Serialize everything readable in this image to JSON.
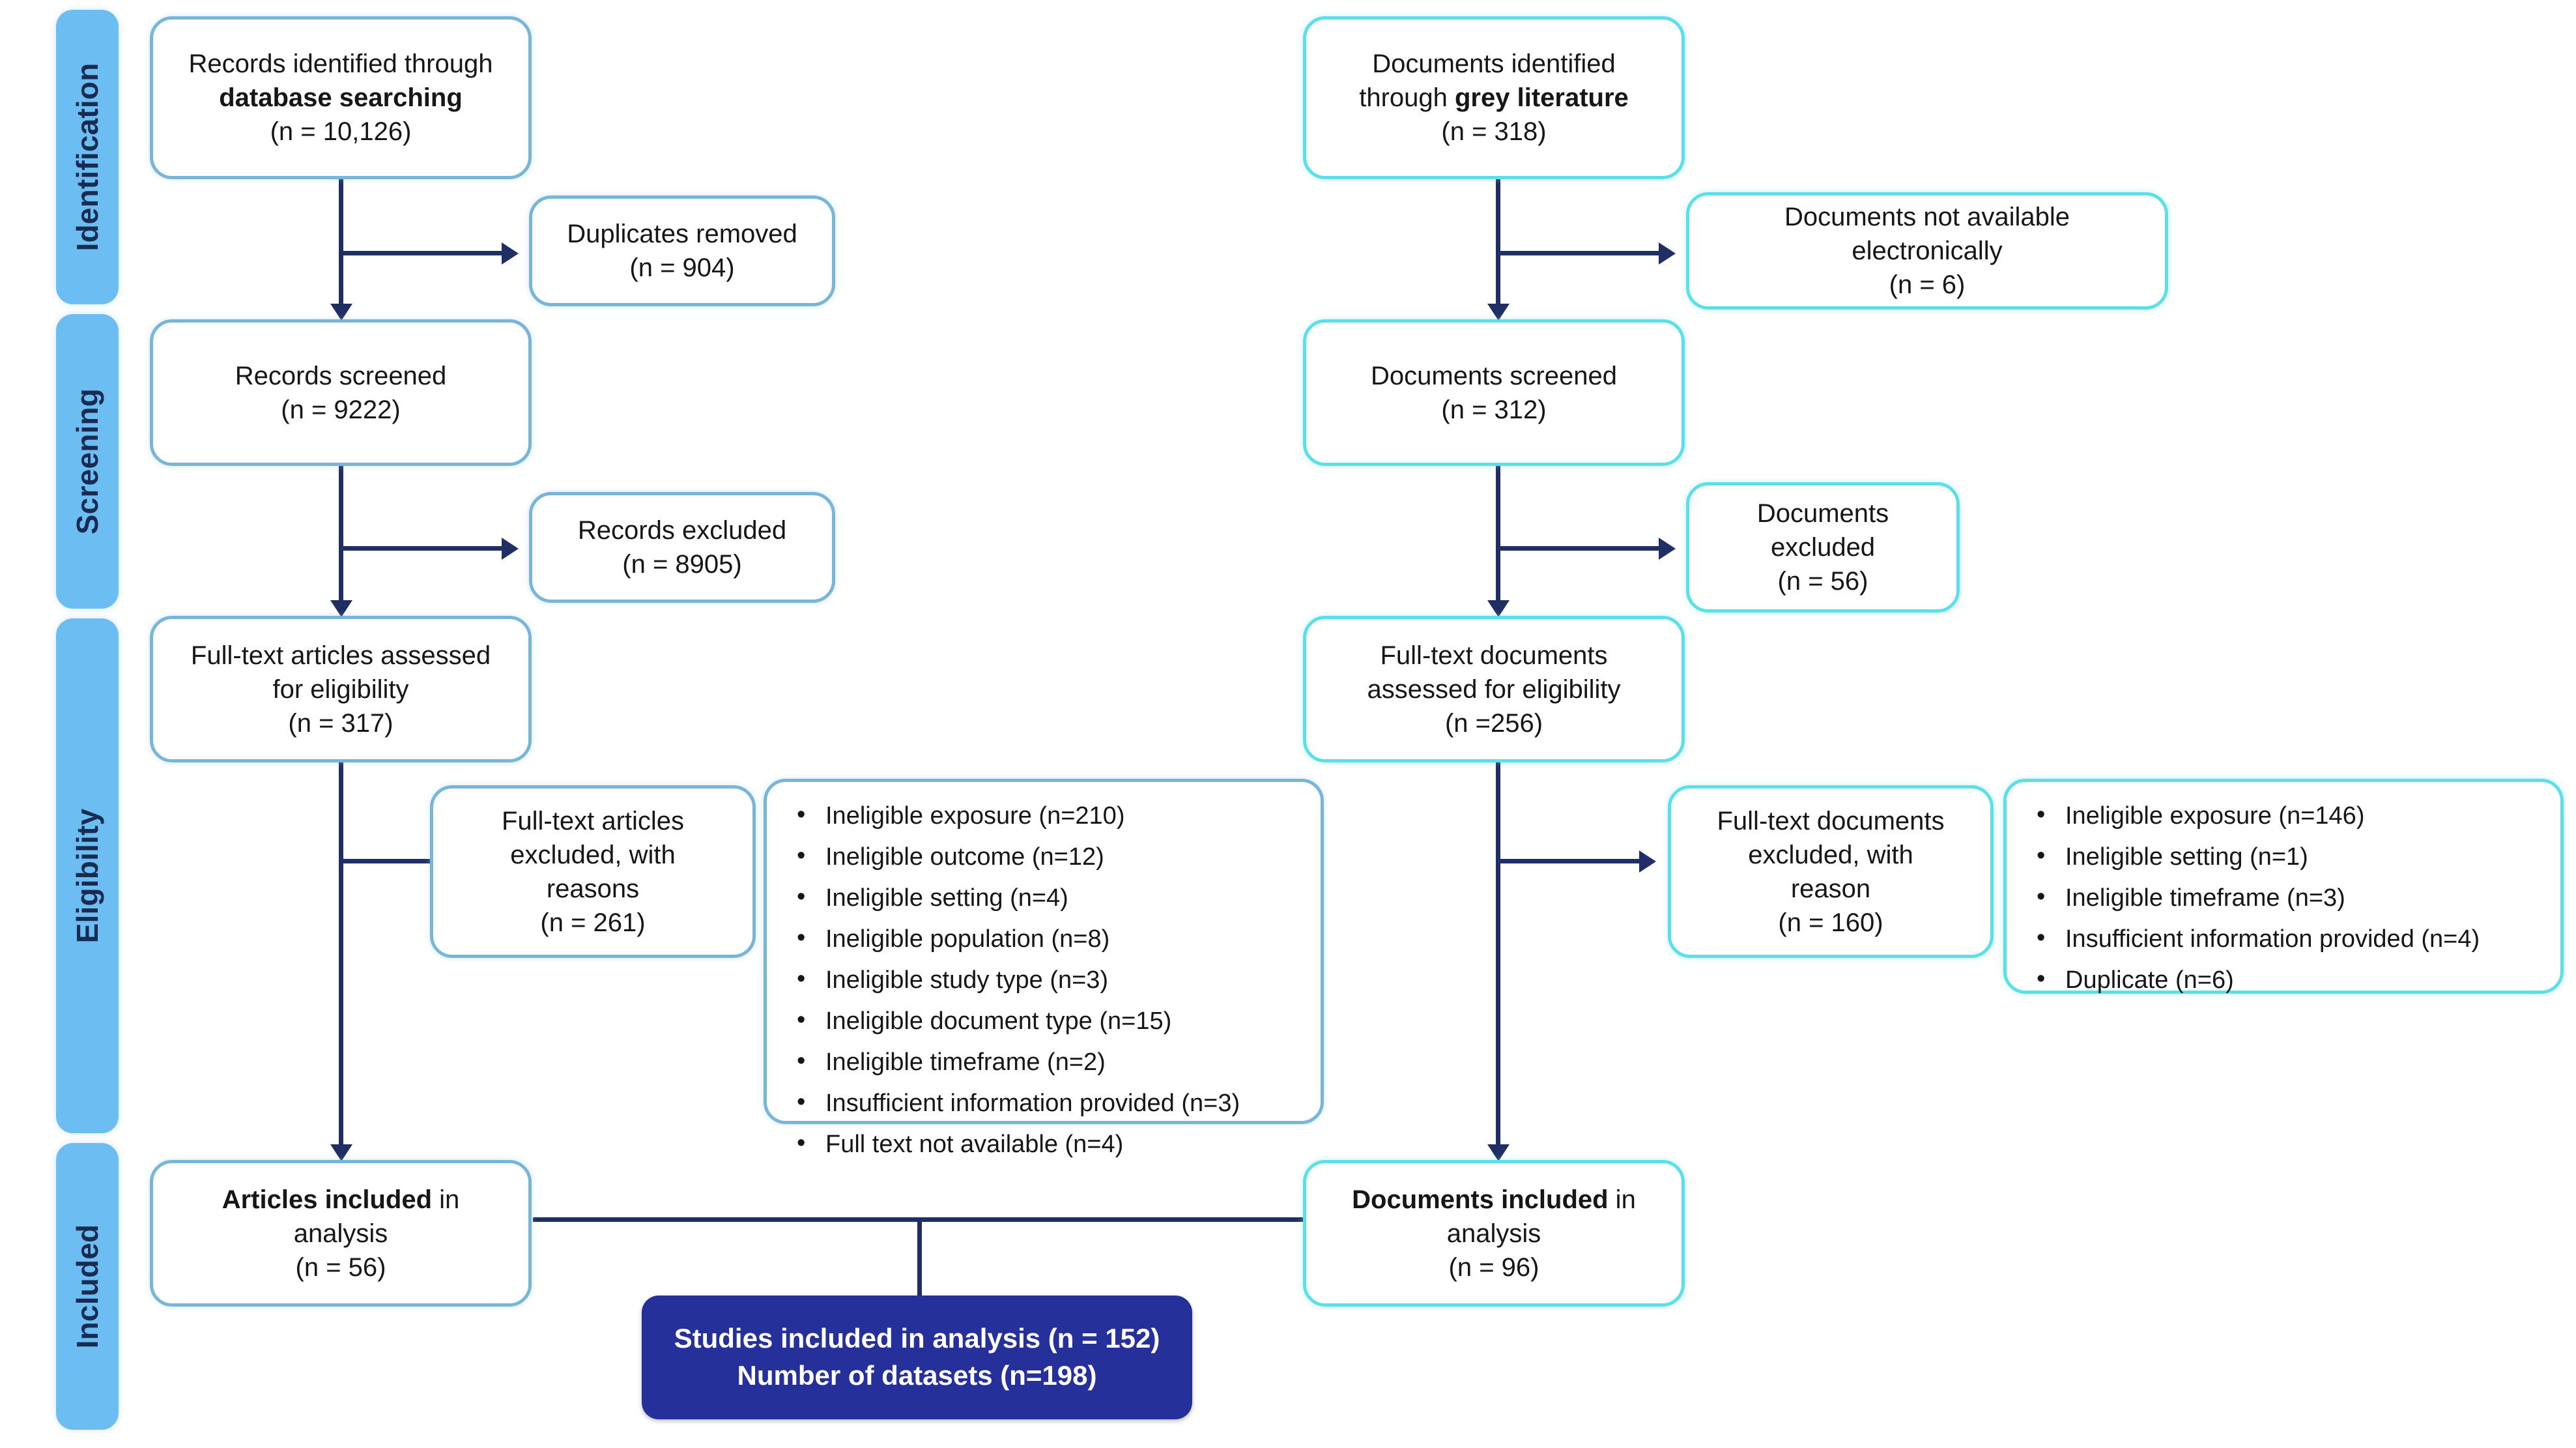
{
  "diagram": {
    "title": "PRISMA study selection flow diagram",
    "colors": {
      "stage_bar": "#6CBDF2",
      "left_branch_border": "#77b6d9",
      "right_branch_border": "#59e0e8",
      "connector": "#1F2F66",
      "final_box_background": "#26309A",
      "final_box_text": "#FFFFFF"
    }
  },
  "stages": [
    {
      "key": "identification",
      "label": "Identification"
    },
    {
      "key": "screening",
      "label": "Screening"
    },
    {
      "key": "eligibility",
      "label": "Eligibility"
    },
    {
      "key": "included",
      "label": "Included"
    }
  ],
  "left_branch": {
    "identified": {
      "line1": "Records identified through",
      "line2_bold": "database searching",
      "count": "(n = 10,126)"
    },
    "duplicates_removed": {
      "line1": "Duplicates removed",
      "count": "(n = 904)"
    },
    "screened": {
      "line1": "Records screened",
      "count": "(n = 9222)"
    },
    "excluded": {
      "line1": "Records excluded",
      "count": "(n = 8905)"
    },
    "fulltext_assessed": {
      "line1": "Full-text articles assessed",
      "line2": "for eligibility",
      "count": "(n = 317)"
    },
    "fulltext_excluded": {
      "line1": "Full-text articles",
      "line2": "excluded, with",
      "line3": "reasons",
      "count": "(n = 261)"
    },
    "reasons": [
      "Ineligible exposure (n=210)",
      "Ineligible outcome (n=12)",
      "Ineligible setting (n=4)",
      "Ineligible population (n=8)",
      "Ineligible study type (n=3)",
      "Ineligible document type (n=15)",
      "Ineligible timeframe (n=2)",
      "Insufficient information provided (n=3)",
      "Full text not available (n=4)"
    ],
    "included": {
      "line1_bold": "Articles included",
      "line1_rest": " in",
      "line2": "analysis",
      "count": "(n = 56)"
    }
  },
  "right_branch": {
    "identified": {
      "line1": "Documents identified",
      "line2_prefix": "through ",
      "line2_bold": "grey literature",
      "count": "(n = 318)"
    },
    "not_available": {
      "line1": "Documents not available",
      "line2": "electronically",
      "count": "(n = 6)"
    },
    "screened": {
      "line1": "Documents screened",
      "count": "(n = 312)"
    },
    "excluded": {
      "line1": "Documents",
      "line2": "excluded",
      "count": "(n = 56)"
    },
    "fulltext_assessed": {
      "line1": "Full-text documents",
      "line2": "assessed for eligibility",
      "count": "(n =256)"
    },
    "fulltext_excluded": {
      "line1": "Full-text documents",
      "line2": "excluded, with",
      "line3": "reason",
      "count": "(n = 160)"
    },
    "reasons": [
      "Ineligible exposure (n=146)",
      "Ineligible setting (n=1)",
      "Ineligible timeframe (n=3)",
      "Insufficient information provided (n=4)",
      "Duplicate (n=6)"
    ],
    "included": {
      "line1_bold": "Documents included",
      "line1_rest": " in",
      "line2": "analysis",
      "count": "(n = 96)"
    }
  },
  "final": {
    "line1": "Studies included in analysis (n = 152)",
    "line2": "Number of datasets  (n=198)"
  },
  "chart_data": {
    "type": "flowchart",
    "title": "PRISMA flow diagram of study selection",
    "stages": [
      "Identification",
      "Screening",
      "Eligibility",
      "Included"
    ],
    "branches": [
      {
        "name": "Database searching (Records)",
        "steps": [
          {
            "stage": "Identification",
            "label": "Records identified through database searching",
            "n": 10126
          },
          {
            "stage": "Identification",
            "label": "Duplicates removed",
            "n": 904,
            "type": "exclusion"
          },
          {
            "stage": "Screening",
            "label": "Records screened",
            "n": 9222
          },
          {
            "stage": "Screening",
            "label": "Records excluded",
            "n": 8905,
            "type": "exclusion"
          },
          {
            "stage": "Eligibility",
            "label": "Full-text articles assessed for eligibility",
            "n": 317
          },
          {
            "stage": "Eligibility",
            "label": "Full-text articles excluded, with reasons",
            "n": 261,
            "type": "exclusion",
            "reasons": [
              {
                "label": "Ineligible exposure",
                "n": 210
              },
              {
                "label": "Ineligible outcome",
                "n": 12
              },
              {
                "label": "Ineligible setting",
                "n": 4
              },
              {
                "label": "Ineligible population",
                "n": 8
              },
              {
                "label": "Ineligible study type",
                "n": 3
              },
              {
                "label": "Ineligible document type",
                "n": 15
              },
              {
                "label": "Ineligible timeframe",
                "n": 2
              },
              {
                "label": "Insufficient information provided",
                "n": 3
              },
              {
                "label": "Full text not available",
                "n": 4
              }
            ]
          },
          {
            "stage": "Included",
            "label": "Articles included in analysis",
            "n": 56
          }
        ]
      },
      {
        "name": "Grey literature (Documents)",
        "steps": [
          {
            "stage": "Identification",
            "label": "Documents identified through grey literature",
            "n": 318
          },
          {
            "stage": "Identification",
            "label": "Documents not available electronically",
            "n": 6,
            "type": "exclusion"
          },
          {
            "stage": "Screening",
            "label": "Documents screened",
            "n": 312
          },
          {
            "stage": "Screening",
            "label": "Documents excluded",
            "n": 56,
            "type": "exclusion"
          },
          {
            "stage": "Eligibility",
            "label": "Full-text documents assessed for eligibility",
            "n": 256
          },
          {
            "stage": "Eligibility",
            "label": "Full-text documents excluded, with reason",
            "n": 160,
            "type": "exclusion",
            "reasons": [
              {
                "label": "Ineligible exposure",
                "n": 146
              },
              {
                "label": "Ineligible setting",
                "n": 1
              },
              {
                "label": "Ineligible timeframe",
                "n": 3
              },
              {
                "label": "Insufficient information provided",
                "n": 4
              },
              {
                "label": "Duplicate",
                "n": 6
              }
            ]
          },
          {
            "stage": "Included",
            "label": "Documents included in analysis",
            "n": 96
          }
        ]
      }
    ],
    "total": {
      "label": "Studies included in analysis",
      "n": 152,
      "datasets": 198
    }
  }
}
